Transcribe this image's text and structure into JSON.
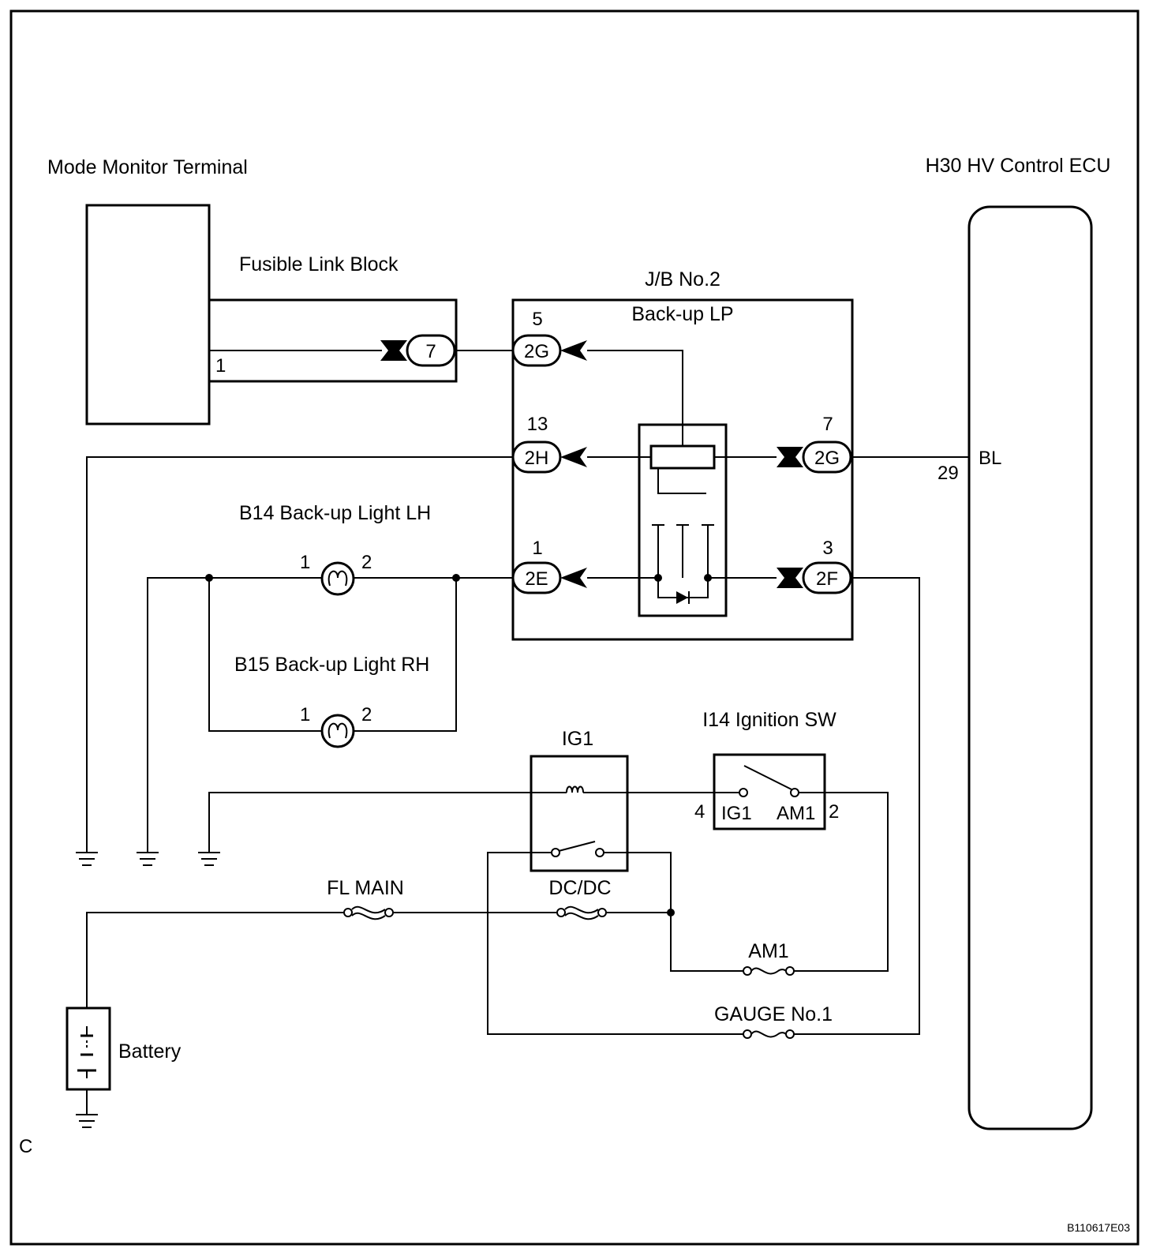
{
  "components": {
    "mode_monitor": "Mode Monitor Terminal",
    "ecu": "H30 HV Control ECU",
    "fusible_link_block": "Fusible Link Block",
    "jb_title": "J/B No.2",
    "jb_sub": "Back-up LP",
    "light_lh": "B14 Back-up Light LH",
    "light_rh": "B15 Back-up Light RH",
    "ig1_relay": "IG1",
    "ignition_sw": "I14 Ignition SW",
    "battery": "Battery"
  },
  "fuses": {
    "fl_main": "FL MAIN",
    "dcdc": "DC/DC",
    "am1": "AM1",
    "gauge": "GAUGE No.1"
  },
  "connectors": {
    "flb_7": "7",
    "jb_2g_in": "2G",
    "jb_2h": "2H",
    "jb_2e": "2E",
    "jb_2g_out": "2G",
    "jb_2f": "2F"
  },
  "pins": {
    "mode_1": "1",
    "jb_5": "5",
    "jb_13": "13",
    "jb_1": "1",
    "jb_7": "7",
    "jb_3": "3",
    "ecu_29": "29",
    "ecu_bl": "BL",
    "lh_1": "1",
    "lh_2": "2",
    "rh_1": "1",
    "rh_2": "2",
    "sw_4": "4",
    "sw_2": "2",
    "sw_ig1": "IG1",
    "sw_am1": "AM1"
  },
  "corner_letter": "C",
  "figure_code": "B110617E03"
}
